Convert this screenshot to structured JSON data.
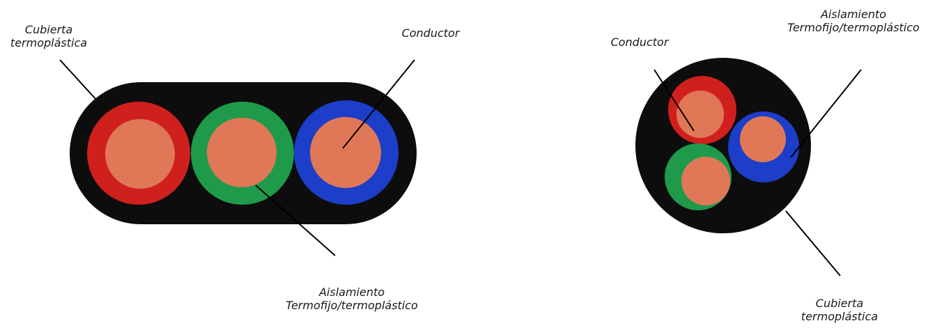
{
  "colors": {
    "jacket": "#0d0d0d",
    "red_insulation": "#d0201e",
    "green_insulation": "#1e9a4a",
    "blue_insulation": "#1c3ec8",
    "conductor": "#e07858",
    "leader": "#000000"
  },
  "flat_cable": {
    "jacket_label": [
      "Cubierta",
      "termoplástica"
    ],
    "conductor_label": "Conductor",
    "insulation_label": [
      "Aislamiento",
      "Termofijo/termoplástico"
    ]
  },
  "round_cable": {
    "conductor_label": "Conductor",
    "insulation_label": [
      "Aislamiento",
      "Termofijo/termoplástico"
    ],
    "jacket_label": [
      "Cubierta",
      "termoplástica"
    ]
  }
}
